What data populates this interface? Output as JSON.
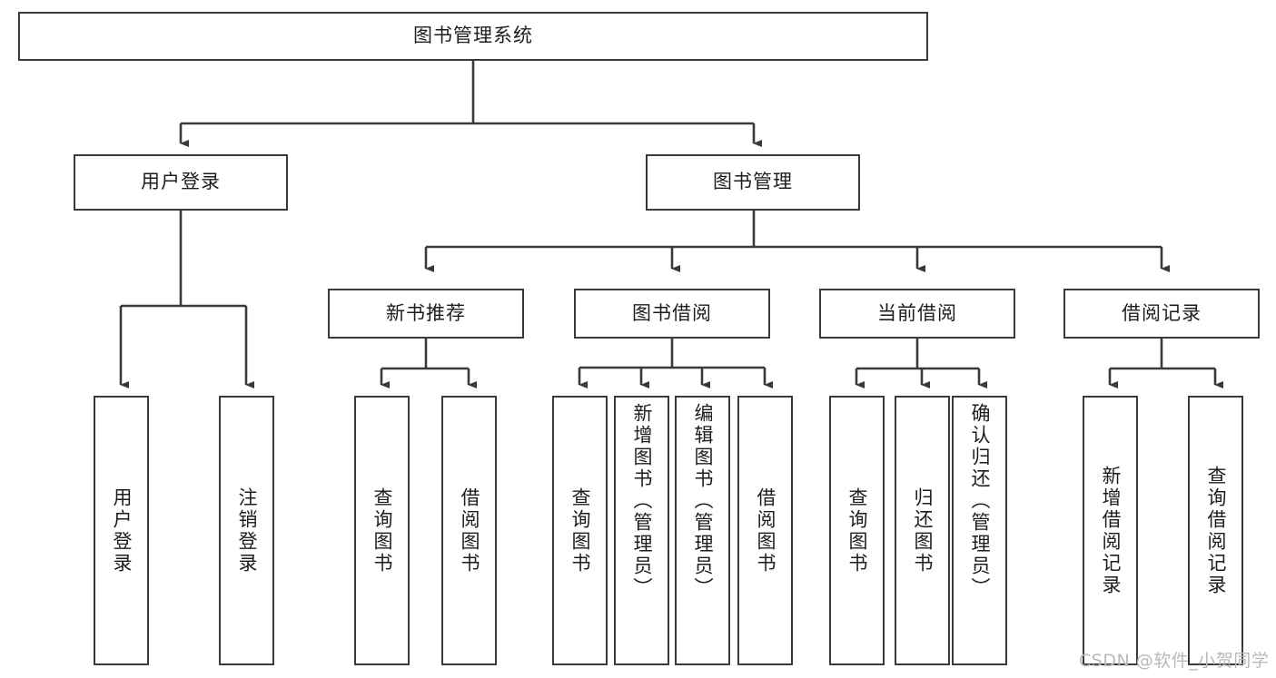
{
  "diagram": {
    "type": "hierarchy-tree",
    "title": "图书管理系统",
    "root": {
      "id": "root",
      "label": "图书管理系统",
      "orientation": "horizontal"
    },
    "level1": [
      {
        "id": "user-login",
        "label": "用户登录",
        "orientation": "horizontal"
      },
      {
        "id": "book-management",
        "label": "图书管理",
        "orientation": "horizontal"
      }
    ],
    "level2": [
      {
        "id": "new-book-recommend",
        "label": "新书推荐",
        "orientation": "horizontal",
        "parent": "book-management"
      },
      {
        "id": "book-borrow",
        "label": "图书借阅",
        "orientation": "horizontal",
        "parent": "book-management"
      },
      {
        "id": "current-borrow",
        "label": "当前借阅",
        "orientation": "horizontal",
        "parent": "book-management"
      },
      {
        "id": "borrow-record",
        "label": "借阅记录",
        "orientation": "horizontal",
        "parent": "book-management"
      }
    ],
    "leaves": [
      {
        "id": "leaf-user-login",
        "label": "用户登录",
        "parent": "user-login",
        "orientation": "vertical"
      },
      {
        "id": "leaf-logout-login",
        "label": "注销登录",
        "parent": "user-login",
        "orientation": "vertical"
      },
      {
        "id": "leaf-query-book-recommend",
        "label": "查询图书",
        "parent": "new-book-recommend",
        "orientation": "vertical"
      },
      {
        "id": "leaf-borrow-book-recommend",
        "label": "借阅图书",
        "parent": "new-book-recommend",
        "orientation": "vertical"
      },
      {
        "id": "leaf-query-book-borrow",
        "label": "查询图书",
        "parent": "book-borrow",
        "orientation": "vertical"
      },
      {
        "id": "leaf-add-book-admin",
        "label": "新增图书（管理员）",
        "parent": "book-borrow",
        "orientation": "vertical"
      },
      {
        "id": "leaf-edit-book-admin",
        "label": "编辑图书（管理员）",
        "parent": "book-borrow",
        "orientation": "vertical"
      },
      {
        "id": "leaf-borrow-book",
        "label": "借阅图书",
        "parent": "book-borrow",
        "orientation": "vertical"
      },
      {
        "id": "leaf-query-book-current",
        "label": "查询图书",
        "parent": "current-borrow",
        "orientation": "vertical"
      },
      {
        "id": "leaf-return-book",
        "label": "归还图书",
        "parent": "current-borrow",
        "orientation": "vertical"
      },
      {
        "id": "leaf-confirm-return-admin",
        "label": "确认归还（管理员）",
        "parent": "current-borrow",
        "orientation": "vertical"
      },
      {
        "id": "leaf-add-borrow-record",
        "label": "新增借阅记录",
        "parent": "borrow-record",
        "orientation": "vertical"
      },
      {
        "id": "leaf-query-borrow-record",
        "label": "查询借阅记录",
        "parent": "borrow-record",
        "orientation": "vertical"
      }
    ],
    "colors": {
      "stroke": "#3a3a3a",
      "text": "#1d1d1d",
      "background": "#ffffff",
      "watermark": "#b9b9b9"
    }
  },
  "watermark": {
    "text": "CSDN @软件_小贺同学"
  }
}
